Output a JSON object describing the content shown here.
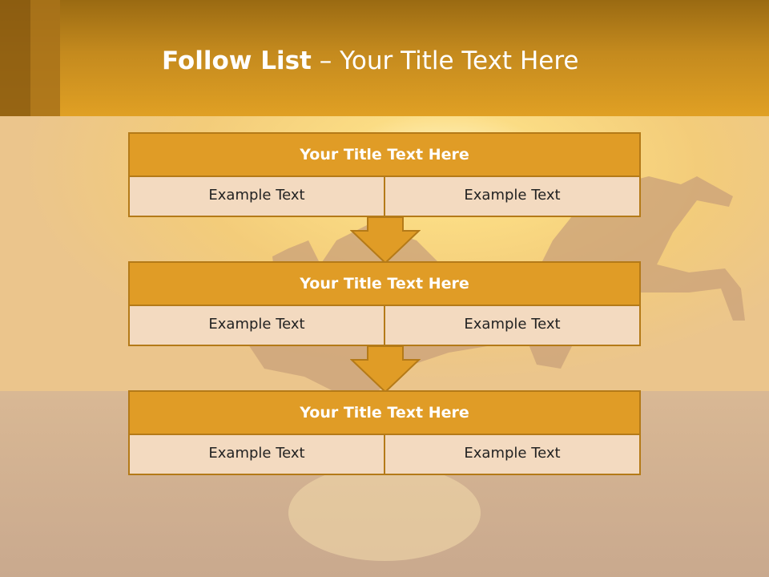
{
  "slide": {
    "title_bold": "Follow List",
    "title_rest": " – Your Title Text Here",
    "colors": {
      "header": "#e09c26",
      "header_dark": "#9a6a12",
      "block_title": "#e09c26",
      "block_cell": "#f3dac0",
      "border": "#b47a18"
    }
  },
  "blocks": [
    {
      "title": "Your Title Text Here",
      "left": "Example Text",
      "right": "Example Text"
    },
    {
      "title": "Your Title Text Here",
      "left": "Example Text",
      "right": "Example Text"
    },
    {
      "title": "Your Title Text Here",
      "left": "Example Text",
      "right": "Example Text"
    }
  ],
  "icons": [
    "down-arrow-icon",
    "down-arrow-icon"
  ]
}
